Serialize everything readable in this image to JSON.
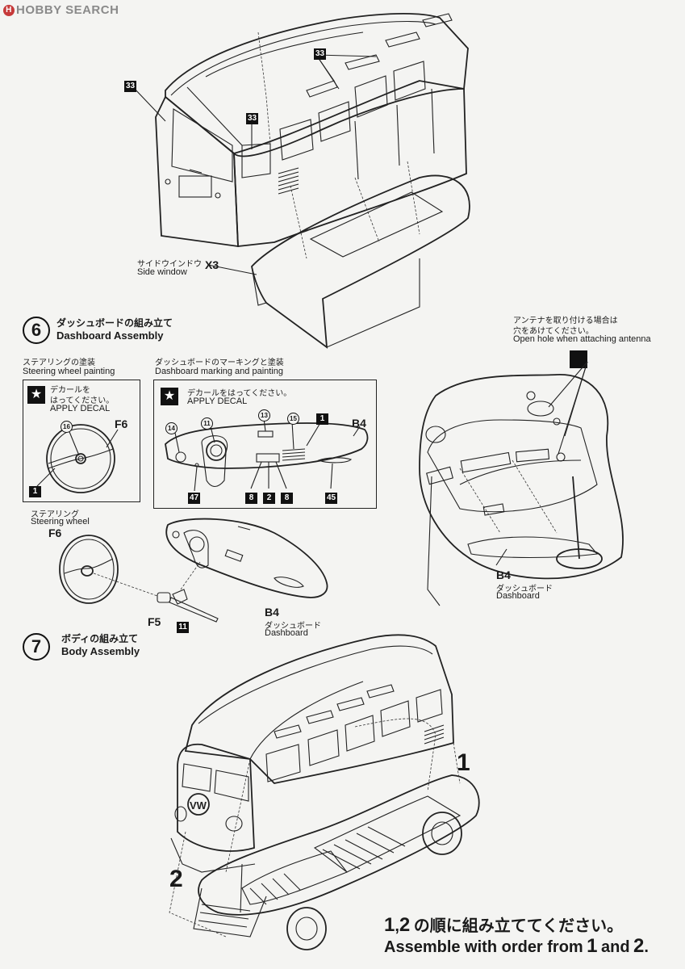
{
  "watermark": "HOBBY SEARCH",
  "top": {
    "callout_33": "33",
    "x3_label_jp": "サイドウインドウ",
    "x3_label_en": "Side window",
    "x3_part": "X3"
  },
  "step6": {
    "number": "6",
    "title_jp": "ダッシュボードの組み立て",
    "title_en": "Dashboard Assembly",
    "wheel_paint_jp": "ステアリングの塗装",
    "wheel_paint_en": "Steering wheel painting",
    "decal_jp": "デカールを",
    "decal_jp2": "はってください。",
    "decal_en": "APPLY DECAL",
    "wheel_decal_num": "16",
    "wheel_part": "F6",
    "wheel_color_num": "1",
    "dash_marking_jp": "ダッシュボードのマーキングと塗装",
    "dash_marking_en": "Dashboard marking and painting",
    "dash_decal_jp": "デカールをはってください。",
    "dash_decal_en": "APPLY DECAL",
    "dash_part": "B4",
    "dash_nums": {
      "n14": "14",
      "n11": "11",
      "n13": "13",
      "n15": "15",
      "c1": "1",
      "c47": "47",
      "c8a": "8",
      "c2": "2",
      "c8b": "8",
      "c45": "45"
    },
    "steering_jp": "ステアリング",
    "steering_en": "Steering wheel",
    "steering_part": "F6",
    "f5_part": "F5",
    "col_num": "11",
    "b4_part": "B4",
    "b4_jp": "ダッシュボード",
    "b4_en": "Dashboard",
    "antenna_jp": "アンテナを取り付ける場合は",
    "antenna_jp2": "穴をあけてください。",
    "antenna_en": "Open hole when attaching antenna",
    "b4_right_part": "B4",
    "b4_right_jp": "ダッシュボード",
    "b4_right_en": "Dashboard"
  },
  "step7": {
    "number": "7",
    "title_jp": "ボディの組み立て",
    "title_en": "Body Assembly",
    "order1": "1",
    "order2": "2",
    "instr_n1": "1",
    "instr_sep": ",",
    "instr_n2": "2",
    "instr_jp": "の順に組み立ててください。",
    "instr_en_pre": "Assemble with order from",
    "instr_n1b": "1",
    "instr_en_mid": "and",
    "instr_n2b": "2",
    "instr_en_end": "."
  }
}
